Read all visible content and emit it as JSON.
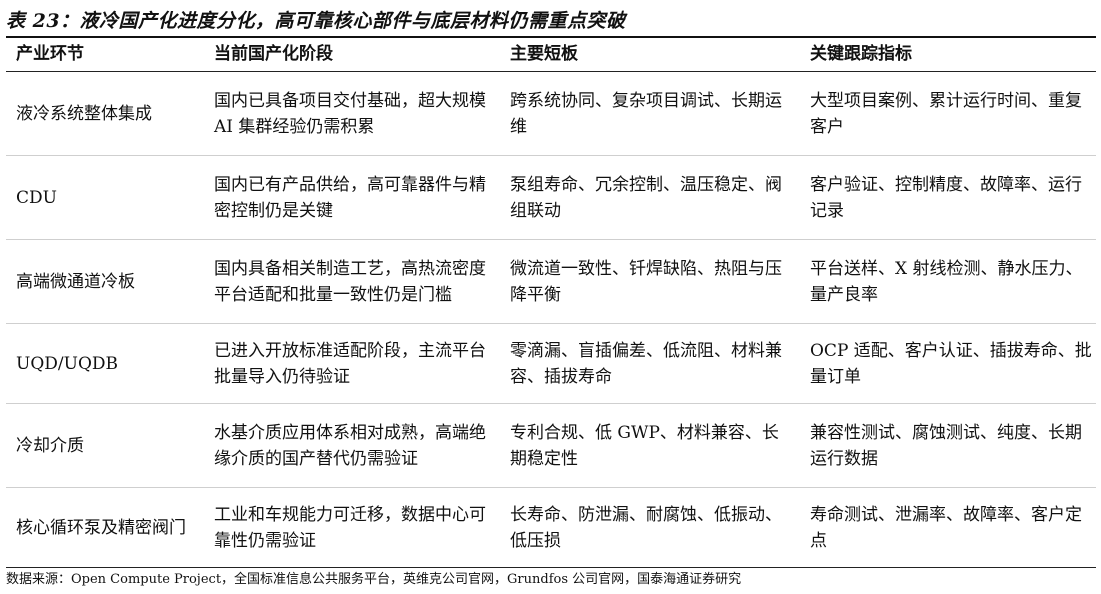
{
  "table_title": "表 23：液冷国产化进度分化，高可靠核心部件与底层材料仍需重点突破",
  "headers": [
    "产业环节",
    "当前国产化阶段",
    "主要短板",
    "关键跟踪指标"
  ],
  "rows": [
    {
      "segment": "液冷系统整体集成",
      "stage": "国内已具备项目交付基础，超大规模 AI 集群经验仍需积累",
      "shortcomings": "跨系统协同、复杂项目调试、长期运维",
      "indicators": "大型项目案例、累计运行时间、重复客户"
    },
    {
      "segment": "CDU",
      "stage": "国内已有产品供给，高可靠器件与精密控制仍是关键",
      "shortcomings": "泵组寿命、冗余控制、温压稳定、阀组联动",
      "indicators": "客户验证、控制精度、故障率、运行记录"
    },
    {
      "segment": "高端微通道冷板",
      "stage": "国内具备相关制造工艺，高热流密度平台适配和批量一致性仍是门槛",
      "shortcomings": "微流道一致性、钎焊缺陷、热阻与压降平衡",
      "indicators": "平台送样、X 射线检测、静水压力、量产良率"
    },
    {
      "segment": "UQD/UQDB",
      "stage": "已进入开放标准适配阶段，主流平台批量导入仍待验证",
      "shortcomings": "零滴漏、盲插偏差、低流阻、材料兼容、插拔寿命",
      "indicators": "OCP 适配、客户认证、插拔寿命、批量订单"
    },
    {
      "segment": "冷却介质",
      "stage": "水基介质应用体系相对成熟，高端绝缘介质的国产替代仍需验证",
      "shortcomings": "专利合规、低 GWP、材料兼容、长期稳定性",
      "indicators": "兼容性测试、腐蚀测试、纯度、长期运行数据"
    },
    {
      "segment": "核心循环泵及精密阀门",
      "stage": "工业和车规能力可迁移，数据中心可靠性仍需验证",
      "shortcomings": "长寿命、防泄漏、耐腐蚀、低振动、低压损",
      "indicators": "寿命测试、泄漏率、故障率、客户定点"
    }
  ],
  "source": "数据来源：Open Compute Project，全国标准信息公共服务平台，英维克公司官网，Grundfos 公司官网，国泰海通证券研究"
}
